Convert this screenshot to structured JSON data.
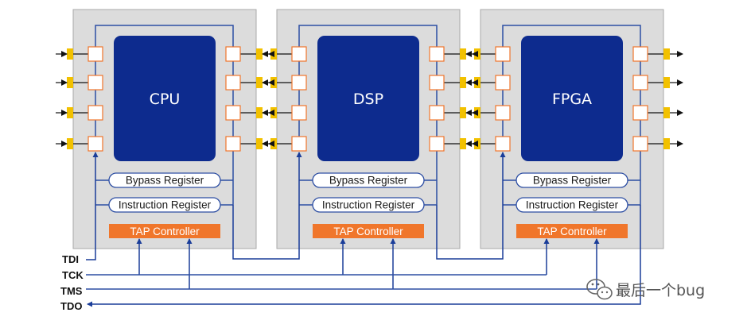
{
  "devices": [
    {
      "chip": "CPU",
      "bypass": "Bypass Register",
      "instruction": "Instruction Register",
      "tap": "TAP Controller"
    },
    {
      "chip": "DSP",
      "bypass": "Bypass Register",
      "instruction": "Instruction Register",
      "tap": "TAP Controller"
    },
    {
      "chip": "FPGA",
      "bypass": "Bypass Register",
      "instruction": "Instruction Register",
      "tap": "TAP Controller"
    }
  ],
  "signals": {
    "tdi": "TDI",
    "tck": "TCK",
    "tms": "TMS",
    "tdo": "TDO"
  },
  "watermark": {
    "text": "最后一个bug",
    "icon": "wechat-icon"
  },
  "colors": {
    "board": "#dcdcdc",
    "board_border": "#a9a9a9",
    "chip": "#0d2b8e",
    "wire": "#2d4ea3",
    "tap": "#f0762b",
    "cell_border": "#f0762b",
    "pad": "#f2c100"
  }
}
